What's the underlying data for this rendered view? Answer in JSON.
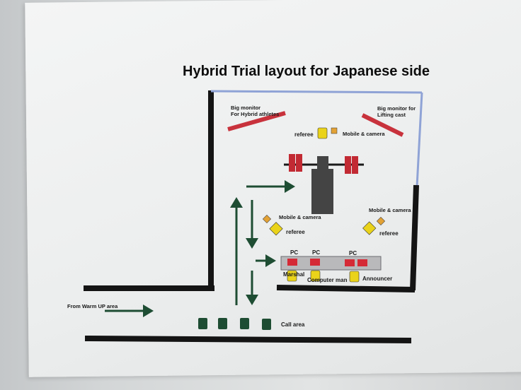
{
  "title": "Hybrid Trial layout for Japanese side",
  "labels": {
    "big_monitor_left_line1": "Big monitor",
    "big_monitor_left_line2": "For Hybrid athletes",
    "big_monitor_right_line1": "Big monitor for",
    "big_monitor_right_line2": "Lifting cast",
    "referee_top": "referee",
    "mobile_camera_top": "Mobile & camera",
    "mobile_camera_left": "Mobile & camera",
    "referee_left": "referee",
    "mobile_camera_right": "Mobile & camera",
    "referee_right": "referee",
    "pc1": "PC",
    "pc2": "PC",
    "pc3": "PC",
    "marshal": "Marshal",
    "computer_man": "Computer man",
    "announcer": "Announcer",
    "from_warm_up": "From Warm UP area",
    "call_area": "Call area"
  },
  "colors": {
    "wall": "#141414",
    "open_wall": "#8fa3d6",
    "monitor": "#c8323c",
    "referee": "#ead31a",
    "camera": "#e3a235",
    "plate": "#c22a33",
    "bar": "#1a1a1a",
    "platform": "#444444",
    "table": "#b9b9bb",
    "pc": "#d52a36",
    "arrow": "#1e4d33",
    "call_box": "#1e4d33"
  }
}
